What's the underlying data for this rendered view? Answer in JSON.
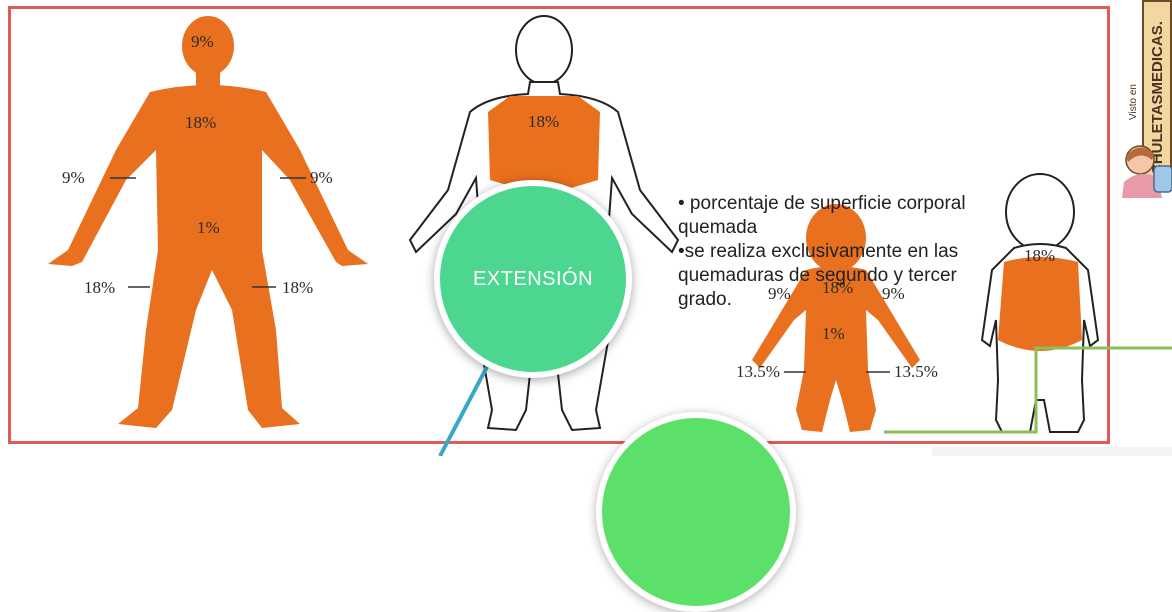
{
  "adult_front": {
    "head": "9%",
    "torso": "18%",
    "left_arm": "9%",
    "right_arm": "9%",
    "genitals": "1%",
    "left_leg": "18%",
    "right_leg": "18%"
  },
  "adult_back": {
    "torso": "18%"
  },
  "child_front": {
    "torso": "18%",
    "left_arm": "9%",
    "right_arm": "9%",
    "genitals": "1%",
    "left_leg": "13.5%",
    "right_leg": "13.5%"
  },
  "child_back": {
    "torso": "18%"
  },
  "main_circle": {
    "label": "EXTENSIÓN"
  },
  "bullets": [
    "• porcentaje de superficie corporal quemada",
    "•se realiza exclusivamente en las quemaduras de segundo y tercer grado."
  ],
  "watermark": {
    "prefix": "Visto en",
    "brand": "CHULETASMEDICAS."
  },
  "colors": {
    "frame": "#e05a5a",
    "body_fill": "#e8701f",
    "circle_main": "#4cd68f",
    "circle_bottom": "#5ce06a",
    "connector_blue": "#3aa6c8",
    "connector_green": "#8bbf5a"
  }
}
